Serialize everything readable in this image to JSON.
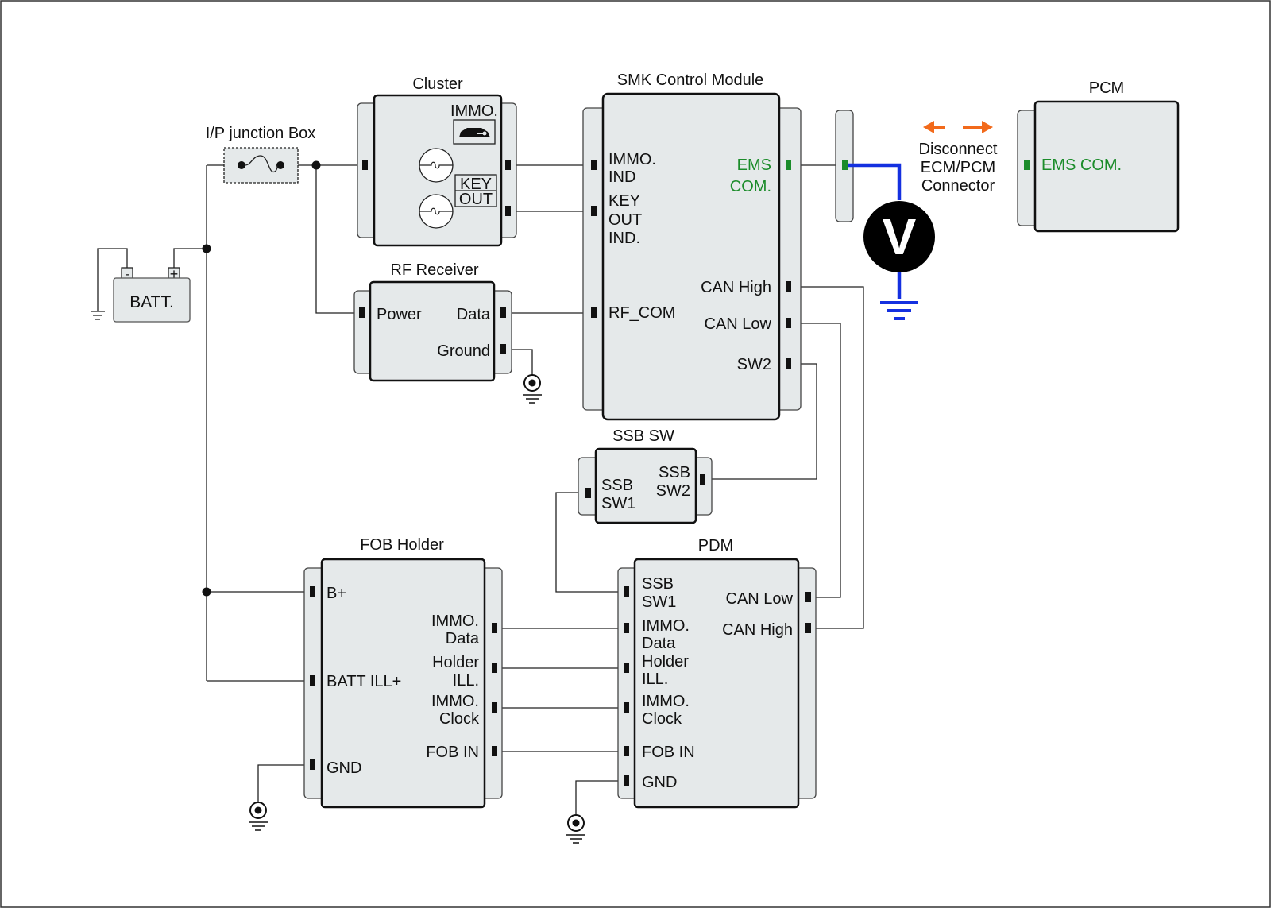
{
  "colors": {
    "module_fill": "#e5e9ea",
    "highlight_text": "#1b8c2a",
    "meter_wire": "#1430e0",
    "disconnect_arrow": "#f26a1b",
    "voltmeter": "#000000"
  },
  "battery": {
    "label": "BATT.",
    "minus": "-",
    "plus": "+"
  },
  "junction_box": {
    "title": "I/P junction Box"
  },
  "cluster": {
    "title": "Cluster",
    "immo": "IMMO.",
    "key": "KEY",
    "out": "OUT",
    "icon": "car-key-icon"
  },
  "smk": {
    "title": "SMK Control Module",
    "immo_ind": [
      "IMMO.",
      "IND"
    ],
    "key_out_ind": [
      "KEY",
      "OUT",
      "IND."
    ],
    "rf_com": "RF_COM",
    "ems_com": [
      "EMS",
      "COM."
    ],
    "can_high": "CAN High",
    "can_low": "CAN Low",
    "sw2": "SW2"
  },
  "rf_receiver": {
    "title": "RF Receiver",
    "power": "Power",
    "data": "Data",
    "ground": "Ground"
  },
  "ssb_sw": {
    "title": "SSB SW",
    "sw1": [
      "SSB",
      "SW1"
    ],
    "sw2": [
      "SSB",
      "SW2"
    ]
  },
  "pcm": {
    "title": "PCM",
    "ems_com": "EMS COM."
  },
  "disconnect": {
    "lines": [
      "Disconnect",
      "ECM/PCM",
      "Connector"
    ]
  },
  "voltmeter": {
    "label": "V"
  },
  "fob_holder": {
    "title": "FOB Holder",
    "b_plus": "B+",
    "batt_ill": "BATT ILL+",
    "gnd": "GND",
    "immo_data": [
      "IMMO.",
      "Data"
    ],
    "holder_ill": [
      "Holder",
      "ILL."
    ],
    "immo_clock": [
      "IMMO.",
      "Clock"
    ],
    "fob_in": "FOB IN"
  },
  "pdm": {
    "title": "PDM",
    "ssb_sw1": [
      "SSB",
      "SW1"
    ],
    "immo_data": [
      "IMMO.",
      "Data"
    ],
    "holder_ill": [
      "Holder",
      "ILL."
    ],
    "immo_clock": [
      "IMMO.",
      "Clock"
    ],
    "fob_in": "FOB IN",
    "gnd": "GND",
    "can_low": "CAN Low",
    "can_high": "CAN High"
  }
}
